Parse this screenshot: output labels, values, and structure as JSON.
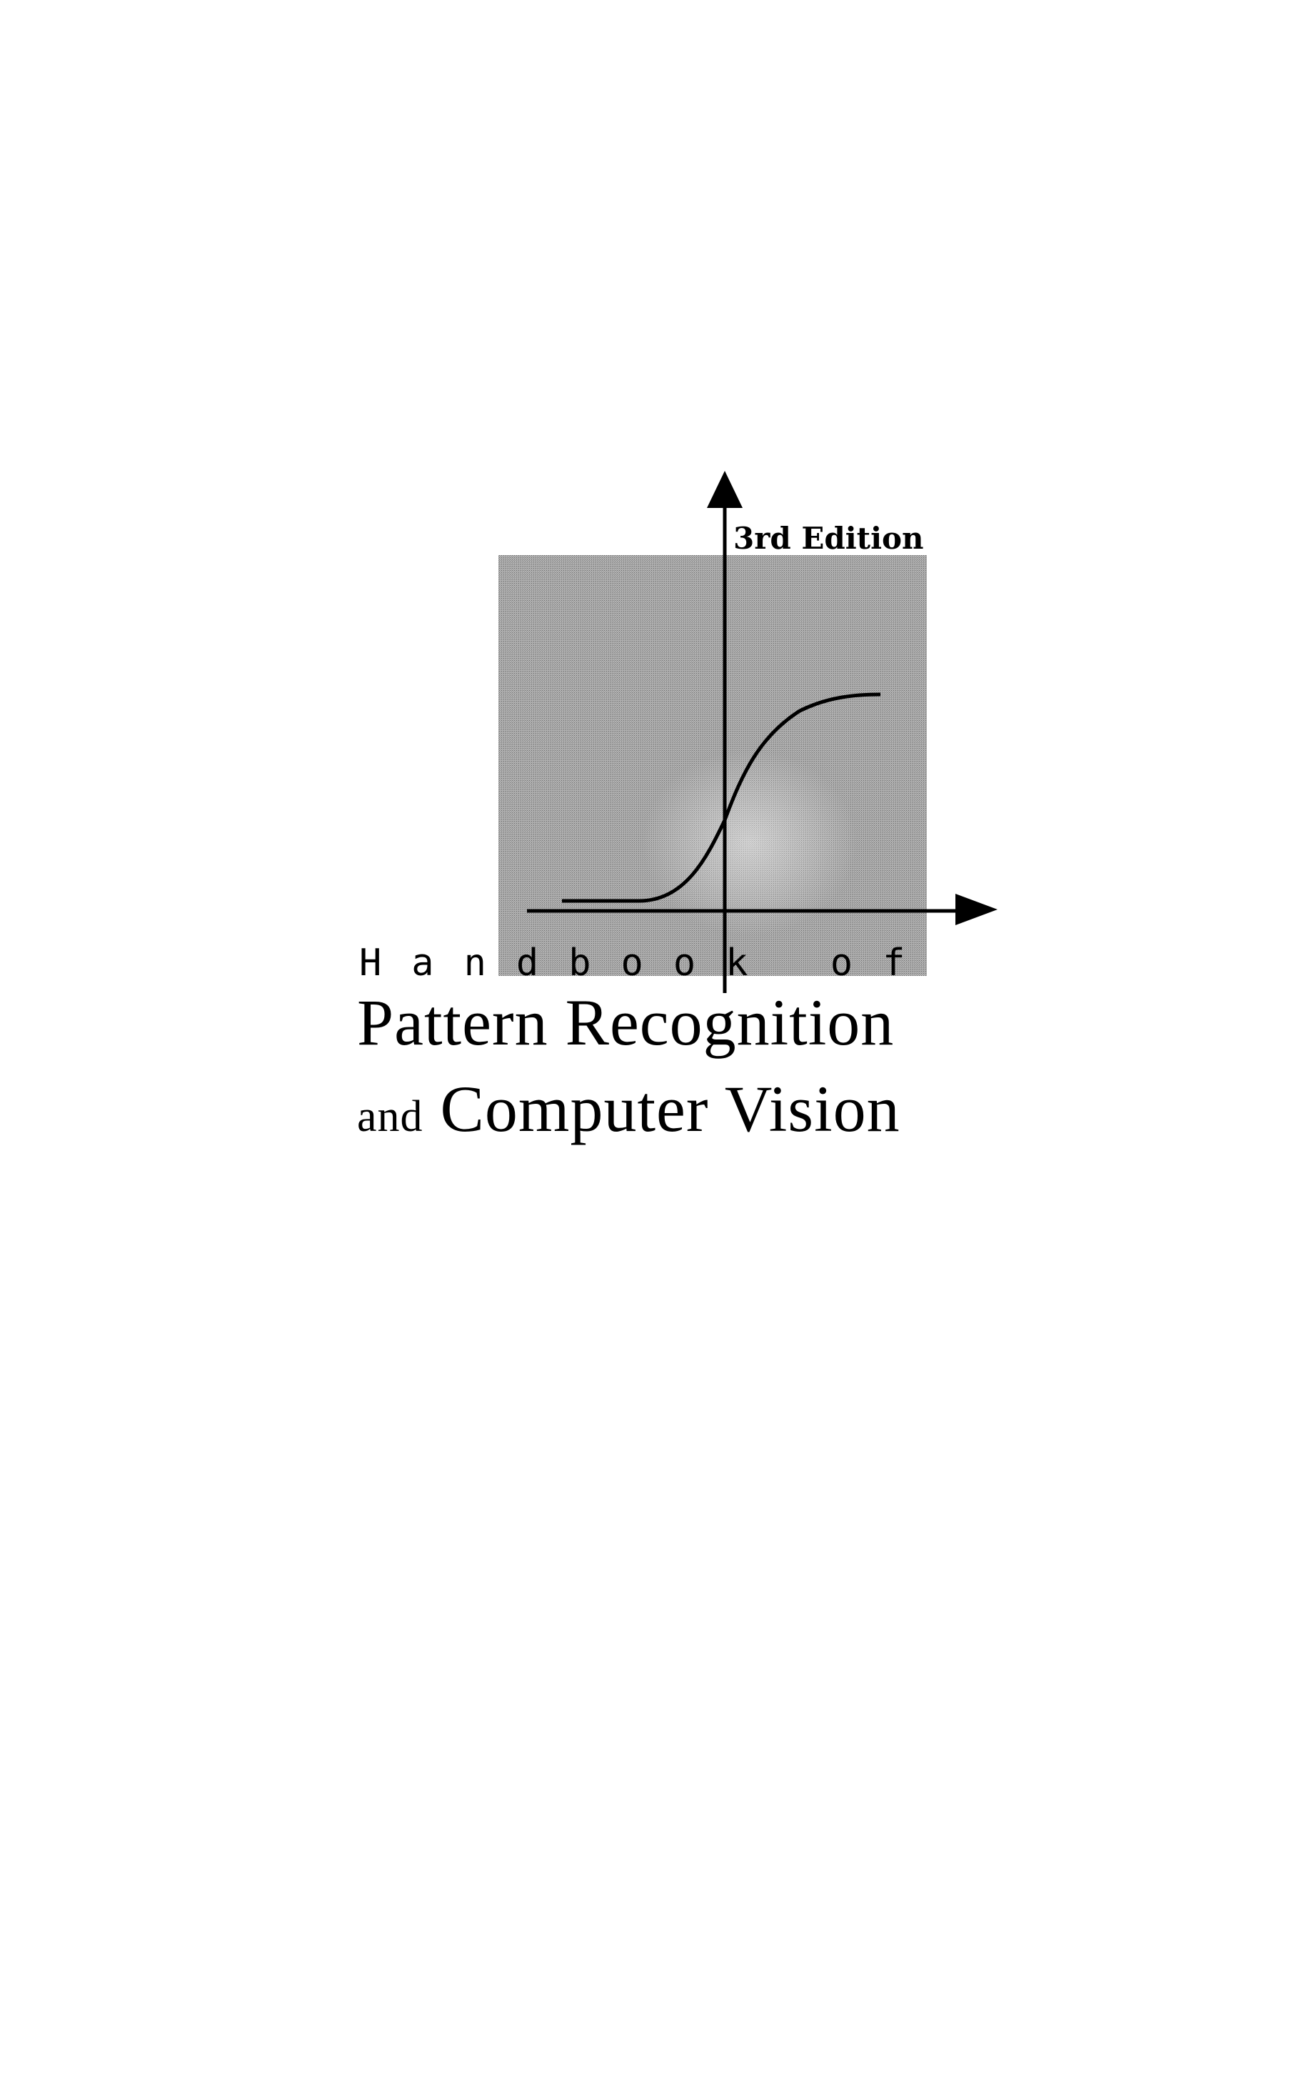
{
  "cover": {
    "edition": "3rd Edition",
    "handbook_of": "Handbook of",
    "title_line1": "Pattern Recognition",
    "title_line2_small": "and",
    "title_line2": "Computer Vision"
  },
  "colors": {
    "panel": "#a8a8a8",
    "ink": "#000000",
    "background": "#ffffff"
  }
}
